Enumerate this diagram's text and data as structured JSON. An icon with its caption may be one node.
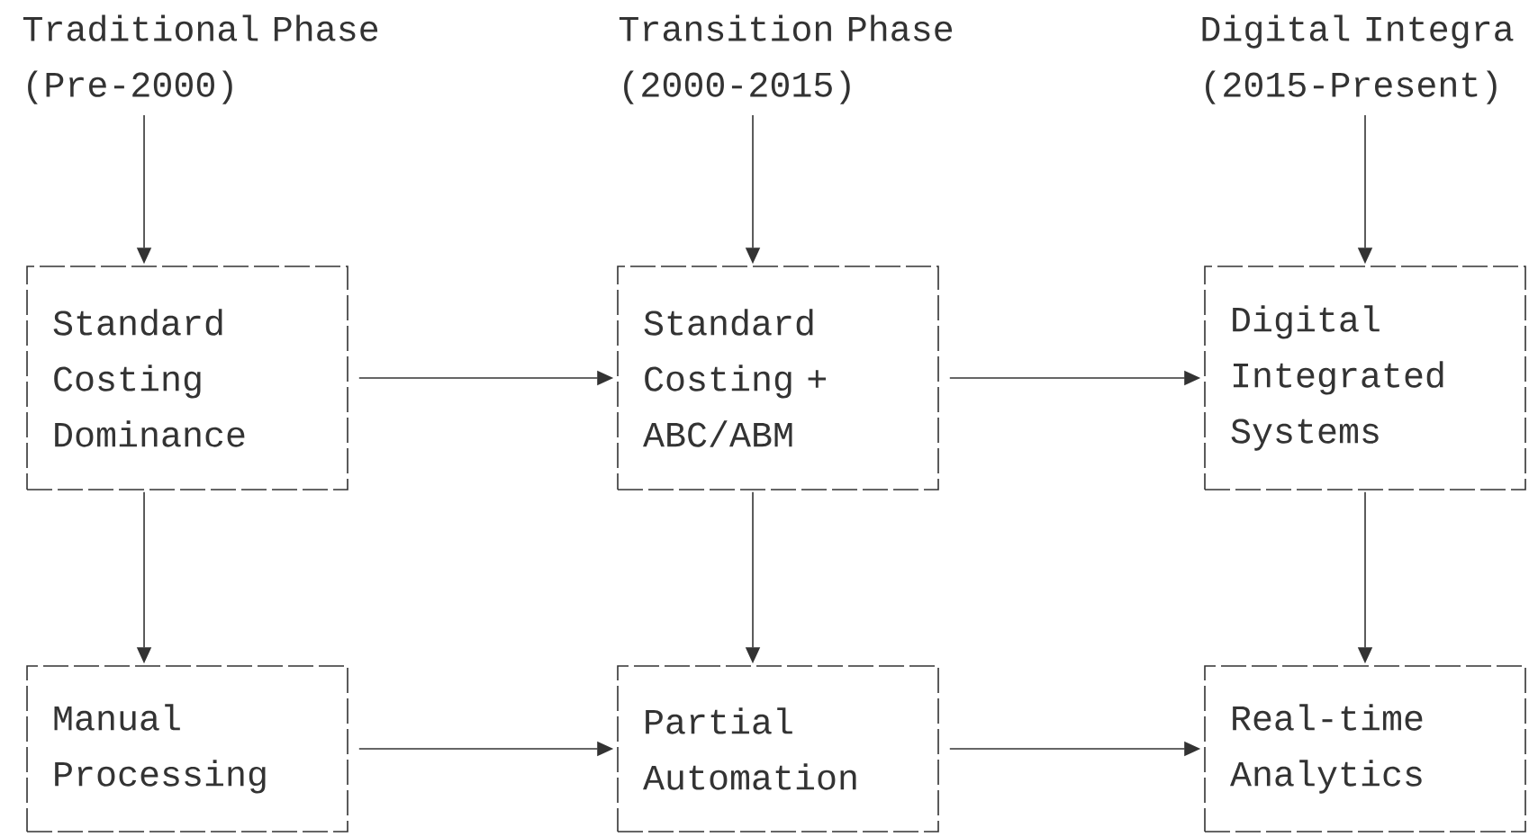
{
  "diagram": {
    "nodes": [
      {
        "text": [
          "Traditional Phase (Pre-2000)"
        ]
      },
      {
        "text": [
          "Transition Phase (2000-2015)"
        ]
      },
      {
        "text": [
          "Digital Integra (2015-Present)"
        ]
      },
      {
        "text": [
          "Standard Costing Dominance"
        ]
      },
      {
        "text": [
          "Standard Costing + ABC/ABM"
        ]
      },
      {
        "text": [
          "Digital Integrated Systems"
        ]
      },
      {
        "text": [
          "Manual Processing"
        ]
      },
      {
        "text": [
          "Partial Automation"
        ]
      },
      {
        "text": [
          "Real-time Analytics"
        ]
      }
    ],
    "edges": [
      {
        "from": 0,
        "to": 3,
        "arrow": "to"
      },
      {
        "from": 1,
        "to": 4,
        "arrow": "to"
      },
      {
        "from": 2,
        "to": 5,
        "arrow": "to"
      },
      {
        "from": 3,
        "to": 4,
        "arrow": "to"
      },
      {
        "from": 4,
        "to": 5,
        "arrow": "to"
      },
      {
        "from": 3,
        "to": 6,
        "arrow": "to"
      },
      {
        "from": 4,
        "to": 7,
        "arrow": "to"
      },
      {
        "from": 5,
        "to": 8,
        "arrow": "to"
      },
      {
        "from": 6,
        "to": 7,
        "arrow": "to"
      },
      {
        "from": 7,
        "to": 8,
        "arrow": "to"
      }
    ]
  }
}
